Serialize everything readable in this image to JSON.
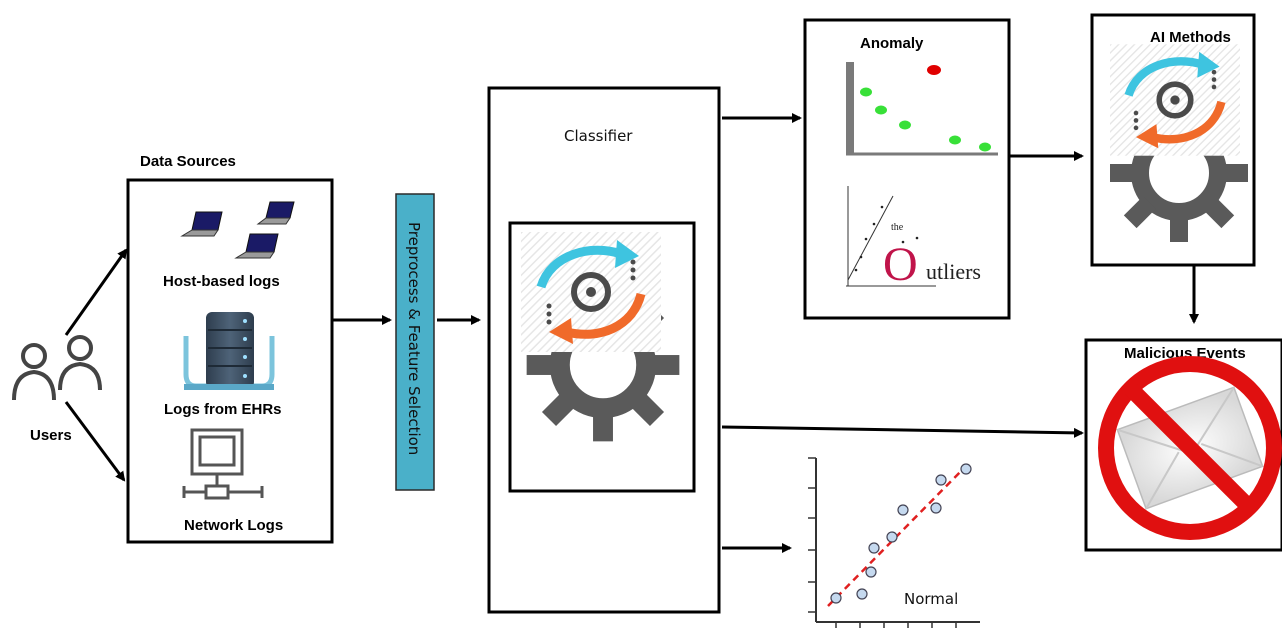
{
  "diagram": {
    "users_label": "Users",
    "data_sources": {
      "title": "Data Sources",
      "items": [
        {
          "label": "Host-based logs",
          "icon": "laptops-icon"
        },
        {
          "label": "Logs from EHRs",
          "icon": "database-server-icon"
        },
        {
          "label": "Network Logs",
          "icon": "network-computer-icon"
        }
      ]
    },
    "preprocess_label": "Preprocess & Feature Selection",
    "classifier_label": "Classifier",
    "anomaly": {
      "title": "Anomaly",
      "outliers_the": "the",
      "outliers_o": "O",
      "outliers_rest": "utliers"
    },
    "ai_methods_label": "AI Methods",
    "malicious_events_label": "Malicious Events",
    "normal_label": "Normal",
    "colors": {
      "preprocess_fill": "#4ab0c9",
      "normal_point": "#c5d9ef",
      "normal_line": "#e02020",
      "anomaly_inlier": "#38e038",
      "anomaly_outlier": "#e00000",
      "gear": "#5a5a5a",
      "arrow_cyan": "#3ec4e0",
      "arrow_orange": "#f06a2a",
      "outliers_red": "#c0144a",
      "forbidden_red": "#e01010"
    }
  }
}
